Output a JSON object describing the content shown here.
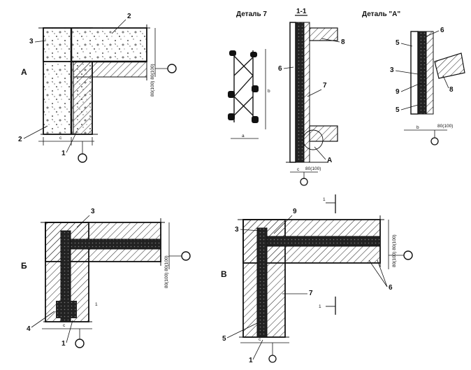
{
  "titles": {
    "detail7": "Деталь 7",
    "section": "1-1",
    "detailA": "Деталь \"А\""
  },
  "variants": {
    "a": "А",
    "b": "Б",
    "v": "В"
  },
  "callouts": [
    "1",
    "2",
    "3",
    "4",
    "5",
    "6",
    "7",
    "8",
    "9",
    "А"
  ],
  "dims": {
    "c": "c",
    "a": "a",
    "b": "b",
    "d80_100": "80(100)",
    "d80_100_sep": "80|(100)",
    "d80_100_80_100": "80(100) 80(100)"
  },
  "section_mark": "1",
  "colors": {
    "ink": "#111111",
    "paper": "#ffffff",
    "hatch": "#333333",
    "fill_dark": "#1a1a1a"
  }
}
